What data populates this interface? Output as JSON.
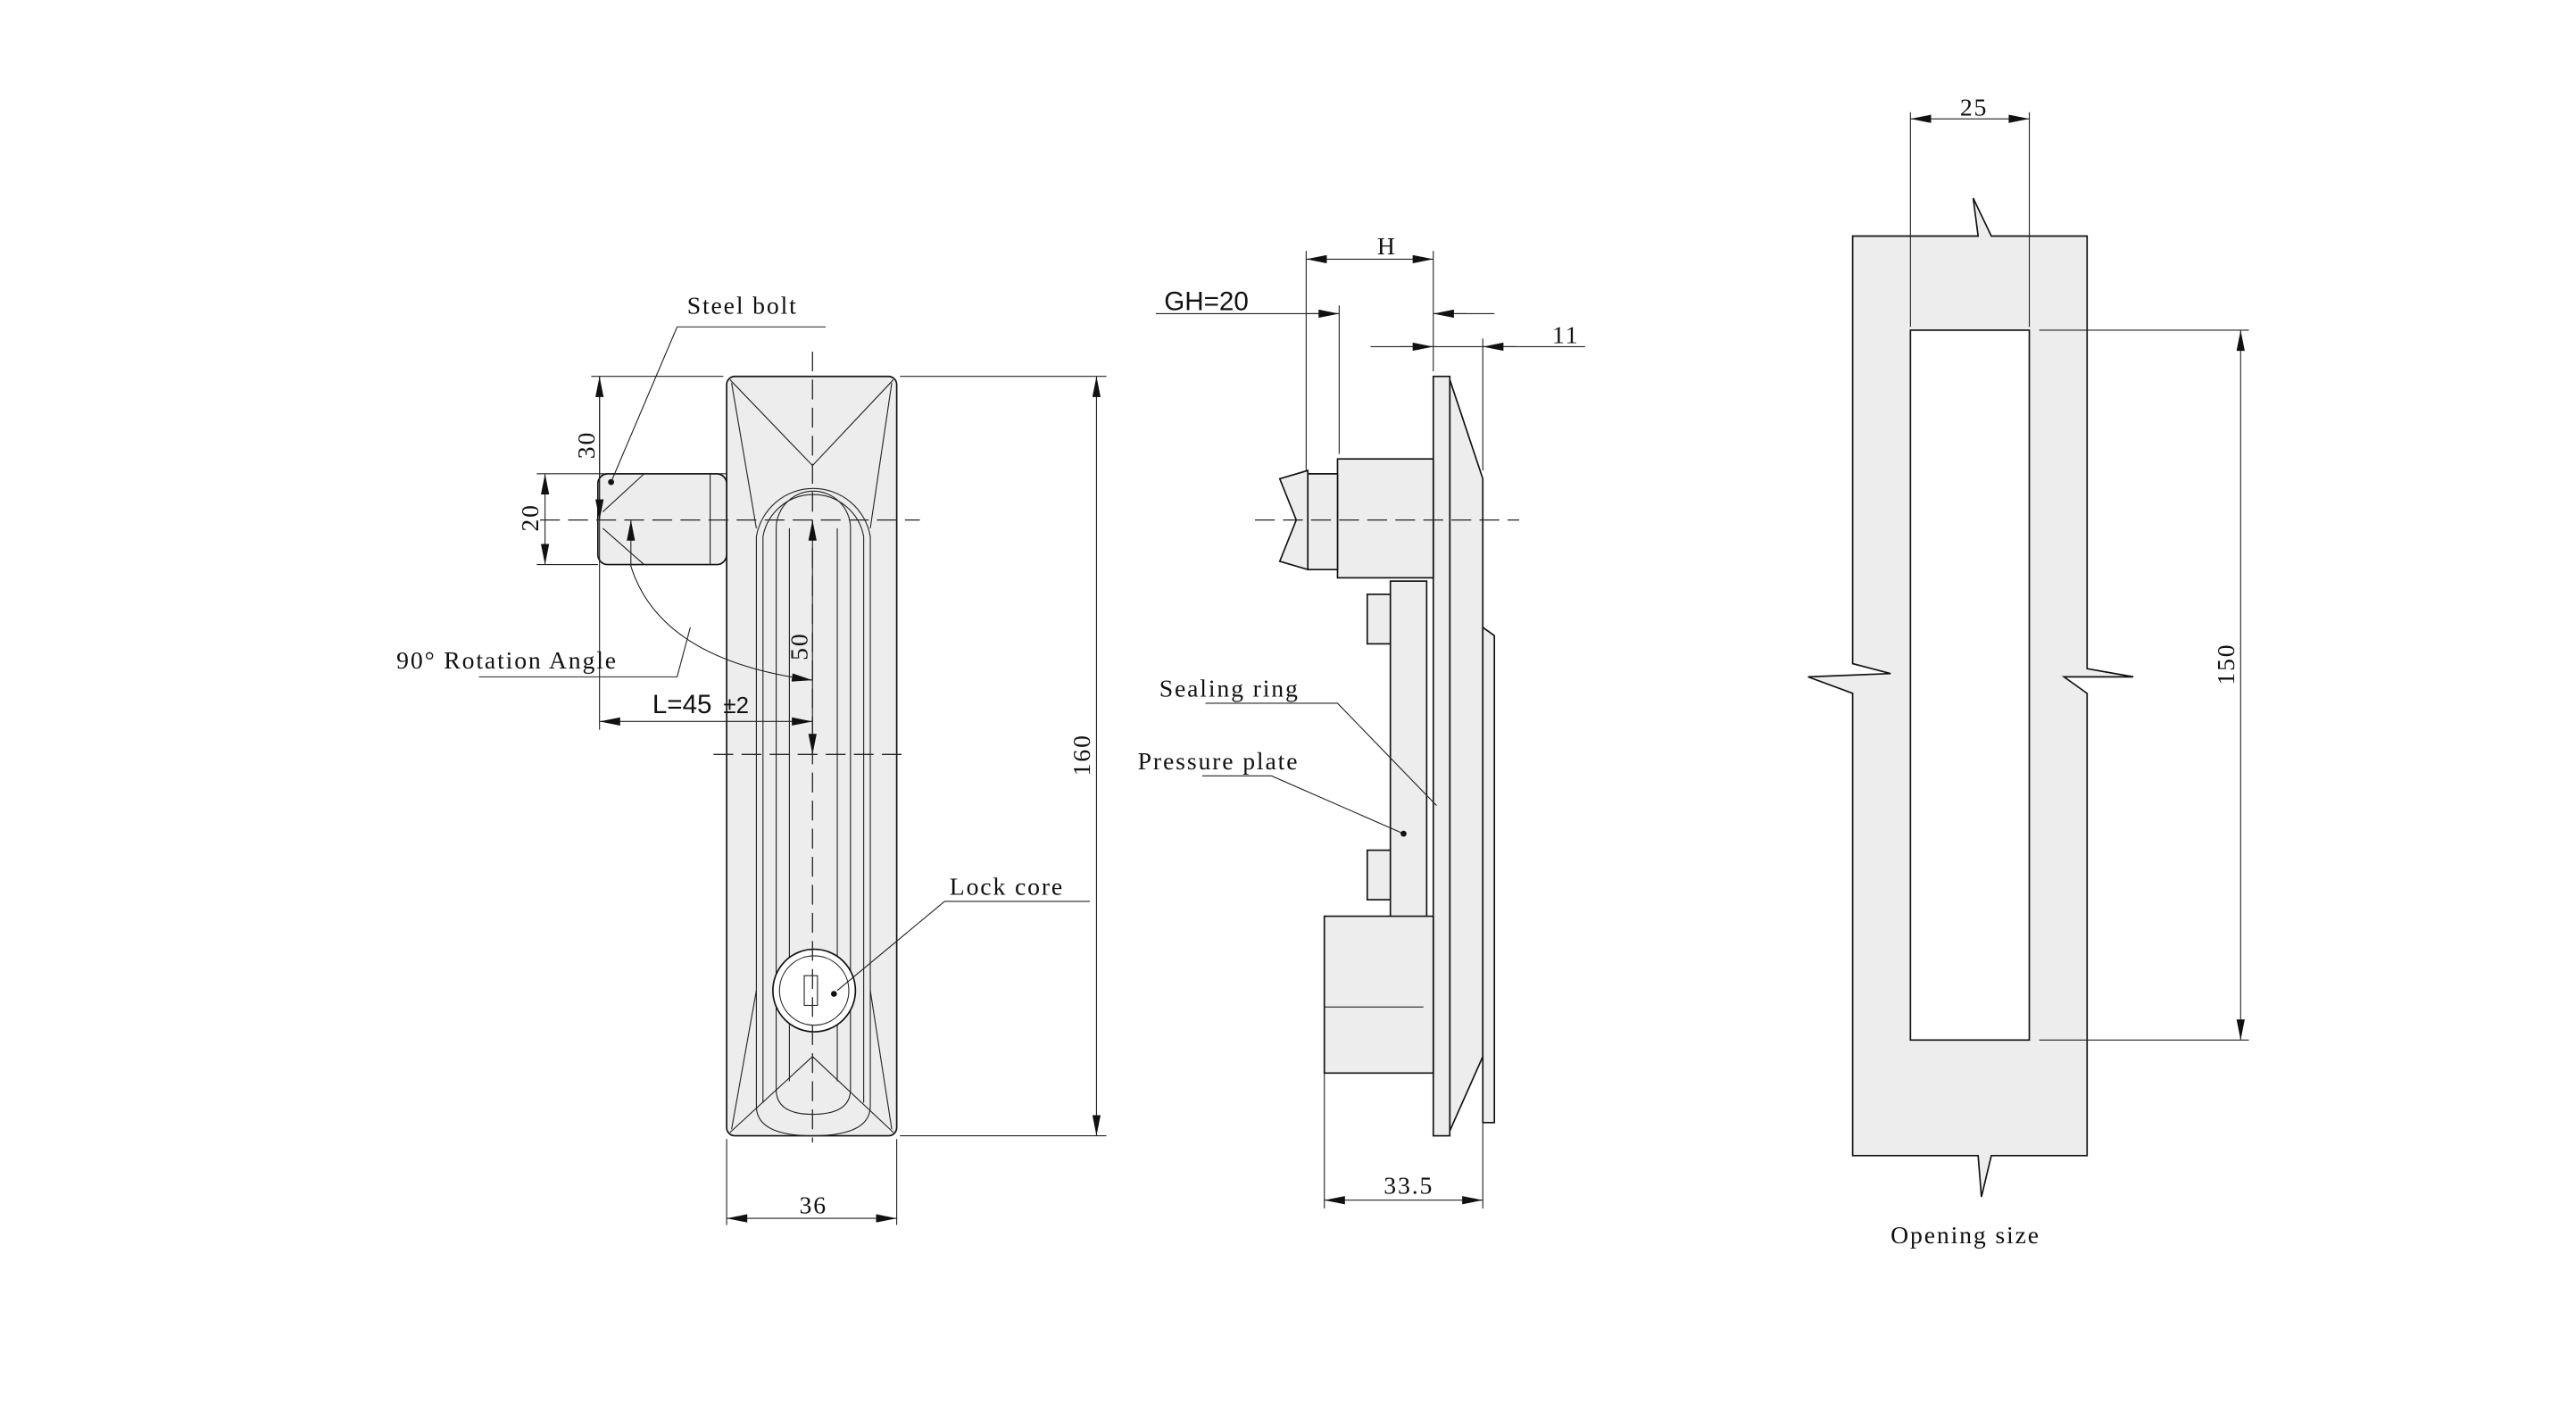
{
  "front_view": {
    "steel_bolt": "Steel bolt",
    "rotation": "90° Rotation Angle",
    "length": "L=45",
    "tolerance": "±2",
    "lock_core": "Lock core",
    "dim_30": "30",
    "dim_20": "20",
    "dim_50": "50",
    "dim_160": "160",
    "dim_36": "36"
  },
  "side_view": {
    "dim_h": "H",
    "gh": "GH=20",
    "dim_11": "11",
    "sealing_ring": "Sealing ring",
    "pressure_plate": "Pressure plate",
    "dim_33_5": "33.5"
  },
  "opening_view": {
    "dim_25": "25",
    "dim_150": "150",
    "caption": "Opening size"
  },
  "colors": {
    "part_fill": "#ededed",
    "line": "#111111"
  }
}
